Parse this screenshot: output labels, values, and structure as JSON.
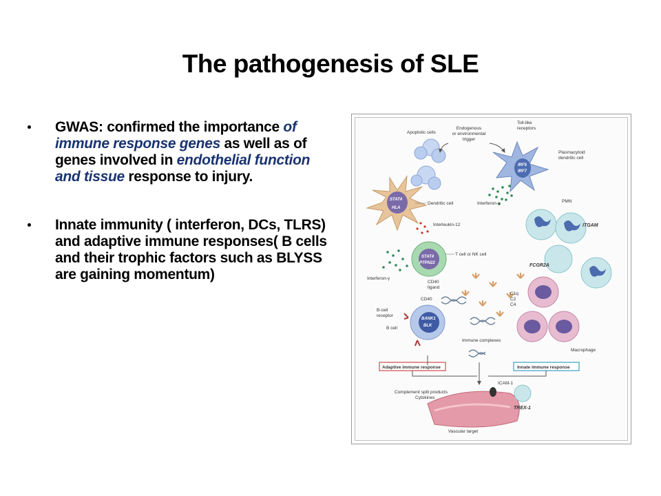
{
  "slide": {
    "title": "The pathogenesis of SLE",
    "bullets": [
      {
        "parts": [
          "GWAS: confirmed the importance ",
          "of immune response genes",
          "  as well as of genes involved in ",
          "endothelial function and tissue",
          " response to injury."
        ]
      },
      {
        "text": "Innate immunity ( interferon, DCs, TLRS) and adaptive immune responses( B cells and their trophic factors such as BLYSS are gaining momentum)"
      }
    ]
  },
  "figure": {
    "labels": {
      "apoptotic_cells": "Apoptotic cells",
      "trigger_1": "Endogenous",
      "trigger_2": "or environmental",
      "trigger_3": "trigger",
      "tlr_1": "Toll-like",
      "tlr_2": "receptors",
      "pdc_1": "Plasmacytoid",
      "pdc_2": "dendritic cell",
      "irf5": "IRF5",
      "irf7": "IRF7",
      "interferon_alpha": "Interferon-α",
      "dendritic_cell": "Dendritic cell",
      "stat4_dc": "STAT4",
      "hla": "HLA",
      "pmn": "PMN",
      "itgam": "ITGAM",
      "interleukin_12": "Interleukin-12",
      "stat4_t": "STAT4",
      "ptpn22": "PTPN22",
      "t_nk_cell": "T cell or NK cell",
      "interferon_gamma": "Interferon-γ",
      "cd40_ligand_1": "CD40",
      "cd40_ligand_2": "ligand",
      "fcgr2a": "FCGR2A",
      "cd40": "CD40",
      "bcr_1": "B-cell",
      "bcr_2": "receptor",
      "b_cell": "B cell",
      "bank1": "BANK1",
      "blk": "BLK",
      "c1q": "C1q",
      "c2": "C2",
      "c4": "C4",
      "immune_complexes": "Immune complexes",
      "macrophage": "Macrophage",
      "adaptive": "Adaptive immune response",
      "innate": "Innate immune response",
      "icam1": "ICAM-1",
      "complement_1": "Complement split products",
      "complement_2": "Cytokines",
      "trex1": "TREX-1",
      "vascular_target": "Vascular target"
    },
    "colors": {
      "dendritic": "#e8c49a",
      "dendritic_nucleus": "#7a6aa8",
      "pdc": "#9fb6e0",
      "t_cell": "#a8d9b0",
      "b_cell": "#b7c9ea",
      "pmn": "#c9e7ea",
      "macrophage": "#e7bcd0",
      "apoptotic": "#b9cdef",
      "dots": "#2e8a5a",
      "antibody": "#d7a06a",
      "vascular": "#e49aa8",
      "box_adaptive": "#d24a4a",
      "box_innate": "#3aa0c0"
    }
  }
}
